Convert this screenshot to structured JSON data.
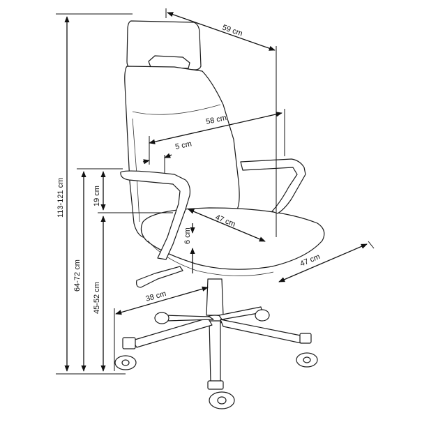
{
  "dimensions": {
    "backrest_width": "59 cm",
    "seat_width_outer": "58 cm",
    "armrest_width": "5 cm",
    "armrest_height": "19 cm",
    "seat_depth": "47 cm",
    "seat_thickness": "6 cm",
    "base_depth": "47 cm",
    "base_radius": "38 cm",
    "total_height": "113-121 cm",
    "armrest_floor_height": "64-72 cm",
    "seat_height": "45-52 cm"
  },
  "colors": {
    "line": "#111111",
    "background": "#ffffff"
  }
}
